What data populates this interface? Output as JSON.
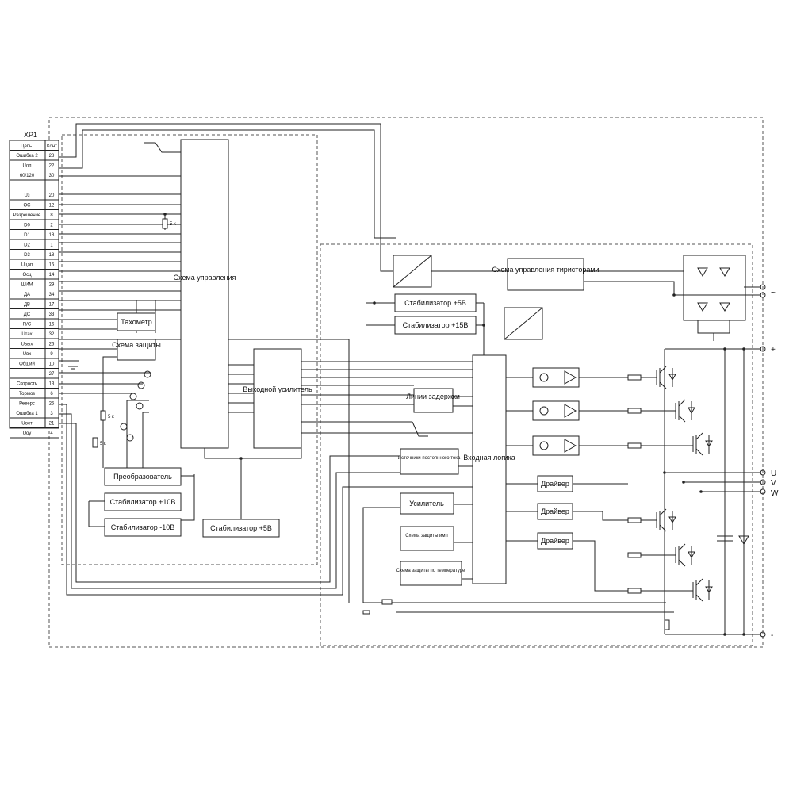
{
  "connector": {
    "title": "XP1",
    "header_circuit": "Цепь",
    "header_contact": "Конт",
    "pins": [
      {
        "name": "Ошибка 2",
        "num": "28"
      },
      {
        "name": "Uоп",
        "num": "22"
      },
      {
        "name": "60/120",
        "num": "30"
      },
      {
        "name": "",
        "num": ""
      },
      {
        "name": "Uз",
        "num": "20"
      },
      {
        "name": "ОС",
        "num": "12"
      },
      {
        "name": "Разрешение",
        "num": "8"
      },
      {
        "name": "D0",
        "num": "2"
      },
      {
        "name": "D1",
        "num": "18"
      },
      {
        "name": "D2",
        "num": "1"
      },
      {
        "name": "D3",
        "num": "18"
      },
      {
        "name": "Uцап",
        "num": "15"
      },
      {
        "name": "Осц",
        "num": "14"
      },
      {
        "name": "ШИМ",
        "num": "29"
      },
      {
        "name": "ДА",
        "num": "34"
      },
      {
        "name": "ДВ",
        "num": "17"
      },
      {
        "name": "ДС",
        "num": "33"
      },
      {
        "name": "R/C",
        "num": "16"
      },
      {
        "name": "Uтах",
        "num": "32"
      },
      {
        "name": "Uвых",
        "num": "26"
      },
      {
        "name": "Uвх",
        "num": "9"
      },
      {
        "name": "Общий",
        "num": "10"
      },
      {
        "name": "",
        "num": "27"
      },
      {
        "name": "Скорость",
        "num": "13"
      },
      {
        "name": "Тормоз",
        "num": "6"
      },
      {
        "name": "Реверс",
        "num": "25"
      },
      {
        "name": "Ошибка 1",
        "num": "3"
      },
      {
        "name": "Uост",
        "num": "21"
      },
      {
        "name": "Uоу",
        "num": "4"
      }
    ]
  },
  "blocks": {
    "control": "Схема управления",
    "tachometer": "Тахометр",
    "protection": "Схема защиты",
    "output_amp": "Выходной усилитель",
    "converter": "Преобразователь",
    "stab_p10": "Стабилизатор +10В",
    "stab_m10": "Стабилизатор -10В",
    "stab_5_left": "Стабилизатор +5В",
    "stab_5_right": "Стабилизатор +5В",
    "stab_15": "Стабилизатор +15В",
    "thyristor_ctrl": "Схема управления тиристорами",
    "delay_lines": "Линии задержки",
    "current_sources": "Источники постоянного тока",
    "input_logic": "Входная логика",
    "amplifier": "Усилитель",
    "pulse_protection": "Схема защиты имп",
    "temp_protection": "Схема защиты по температуре",
    "driver": "Драйвер",
    "resistor": "5 к"
  },
  "terminals": {
    "ac": "~",
    "plus": "+",
    "u": "U",
    "v": "V",
    "w": "W",
    "minus": "-"
  }
}
